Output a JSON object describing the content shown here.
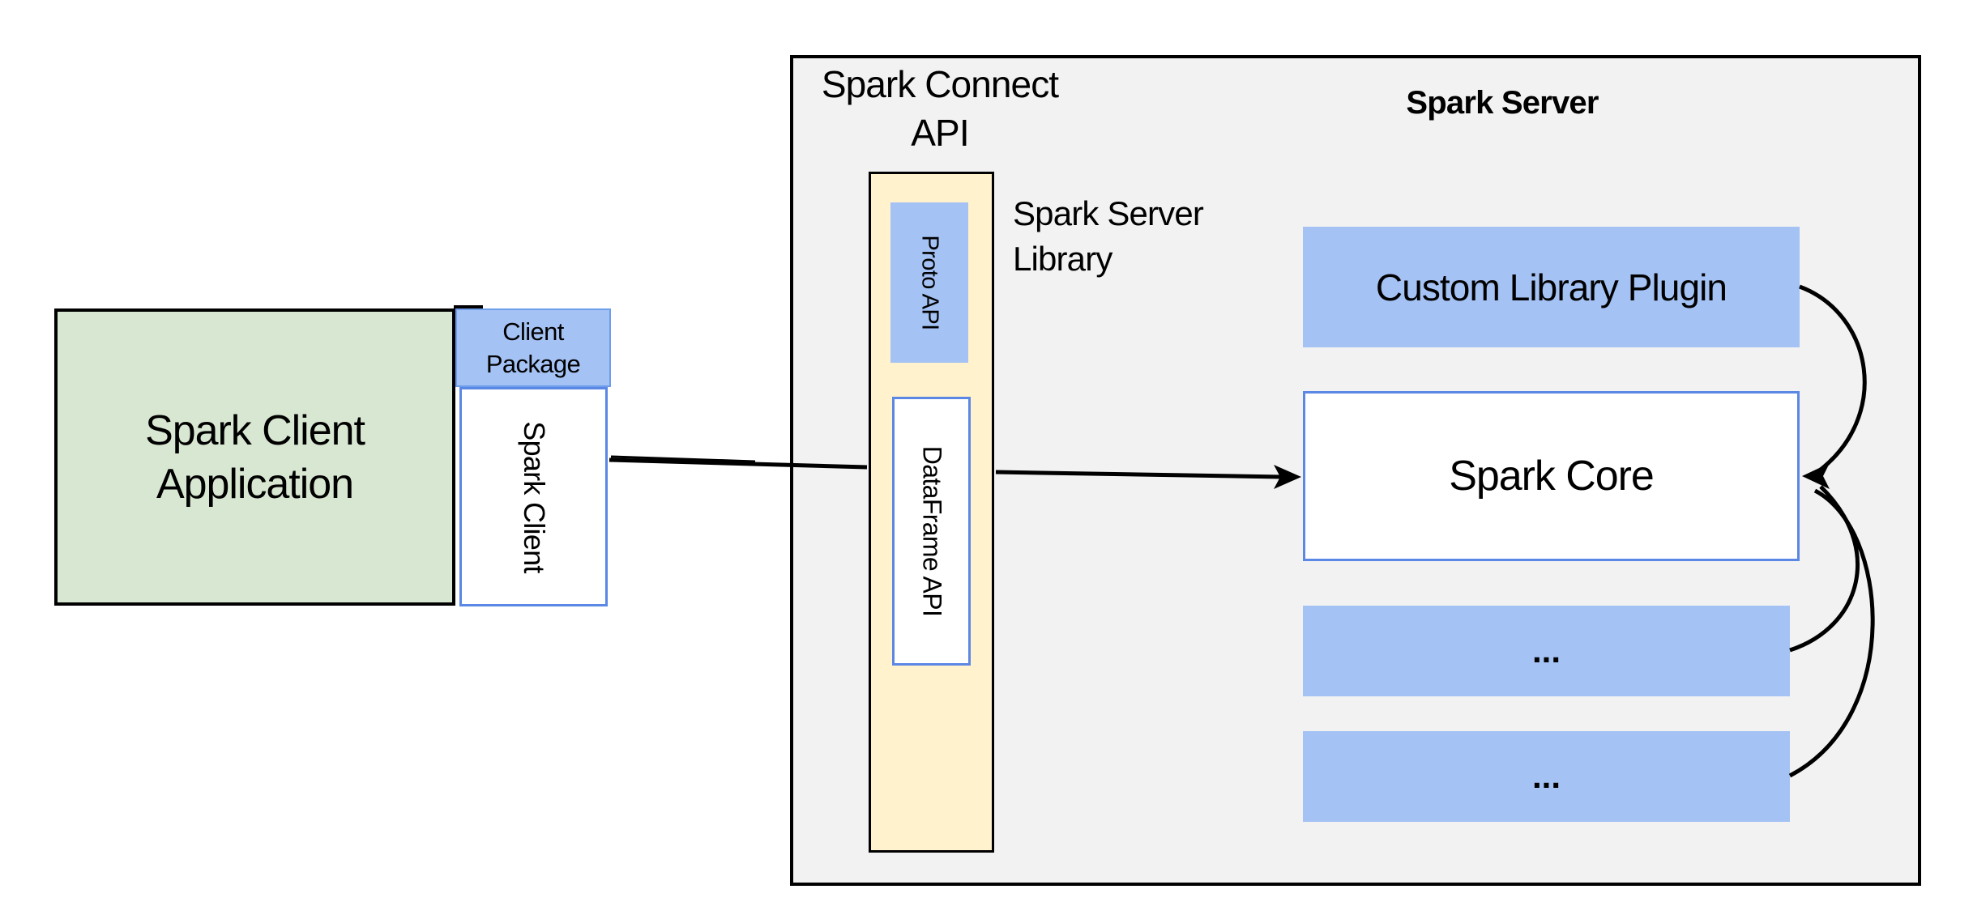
{
  "client_app": {
    "label": "Spark Client\nApplication"
  },
  "client_package": {
    "label": "Client\nPackage"
  },
  "spark_client": {
    "label": "Spark Client"
  },
  "connect_api": {
    "title": "Spark Connect\nAPI",
    "proto_label": "Proto API",
    "dataframe_label": "DataFrame API",
    "library_label": "Spark Server\nLibrary"
  },
  "server": {
    "title": "Spark Server",
    "plugin_label": "Custom Library Plugin",
    "core_label": "Spark Core",
    "more_label_1": "...",
    "more_label_2": "..."
  },
  "colors": {
    "green_fill": "#d8e7d1",
    "blue_fill": "#a4c2f4",
    "blue_border": "#5b87e5",
    "yellow_fill": "#fff2cc",
    "gray_fill": "#f2f2f3",
    "line": "#000000"
  }
}
